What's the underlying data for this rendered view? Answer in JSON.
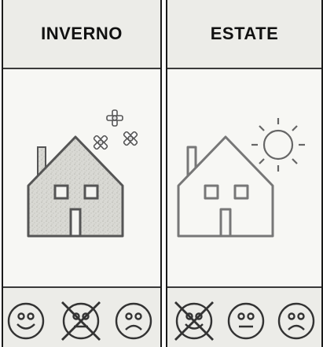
{
  "panels": {
    "winter": {
      "title": "INVERNO",
      "weather_icon": "snowflake-icon",
      "faces": [
        {
          "mood": "happy",
          "crossed": false
        },
        {
          "mood": "neutral",
          "crossed": true
        },
        {
          "mood": "sad",
          "crossed": false
        }
      ]
    },
    "summer": {
      "title": "ESTATE",
      "weather_icon": "sun-icon",
      "faces": [
        {
          "mood": "happy",
          "crossed": true
        },
        {
          "mood": "neutral",
          "crossed": false
        },
        {
          "mood": "sad",
          "crossed": false
        }
      ]
    }
  },
  "colors": {
    "line": "#5a5a5a",
    "border": "#1a1a1a"
  }
}
